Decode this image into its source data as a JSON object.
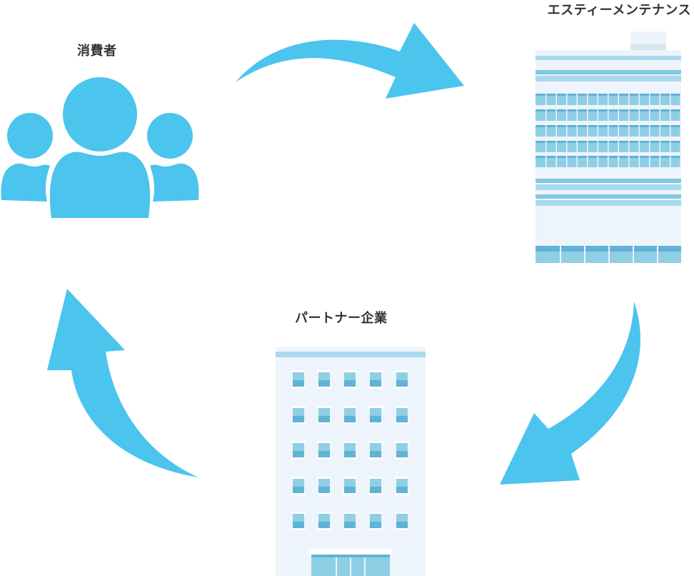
{
  "nodes": {
    "consumers": {
      "label": "消費者",
      "icon": "people-group-icon"
    },
    "company": {
      "label": "エスティーメンテナンス",
      "icon": "office-tower-icon"
    },
    "partner": {
      "label": "パートナー企業",
      "icon": "office-building-icon"
    }
  },
  "colors": {
    "arrow": "#4bc4ee",
    "people": "#4bc4ee",
    "building_face": "#eef4fb",
    "window": "#8fcfe6",
    "window_dark": "#5fb3d4",
    "label": "#333333"
  },
  "flow": [
    "consumers",
    "company",
    "partner",
    "consumers"
  ]
}
